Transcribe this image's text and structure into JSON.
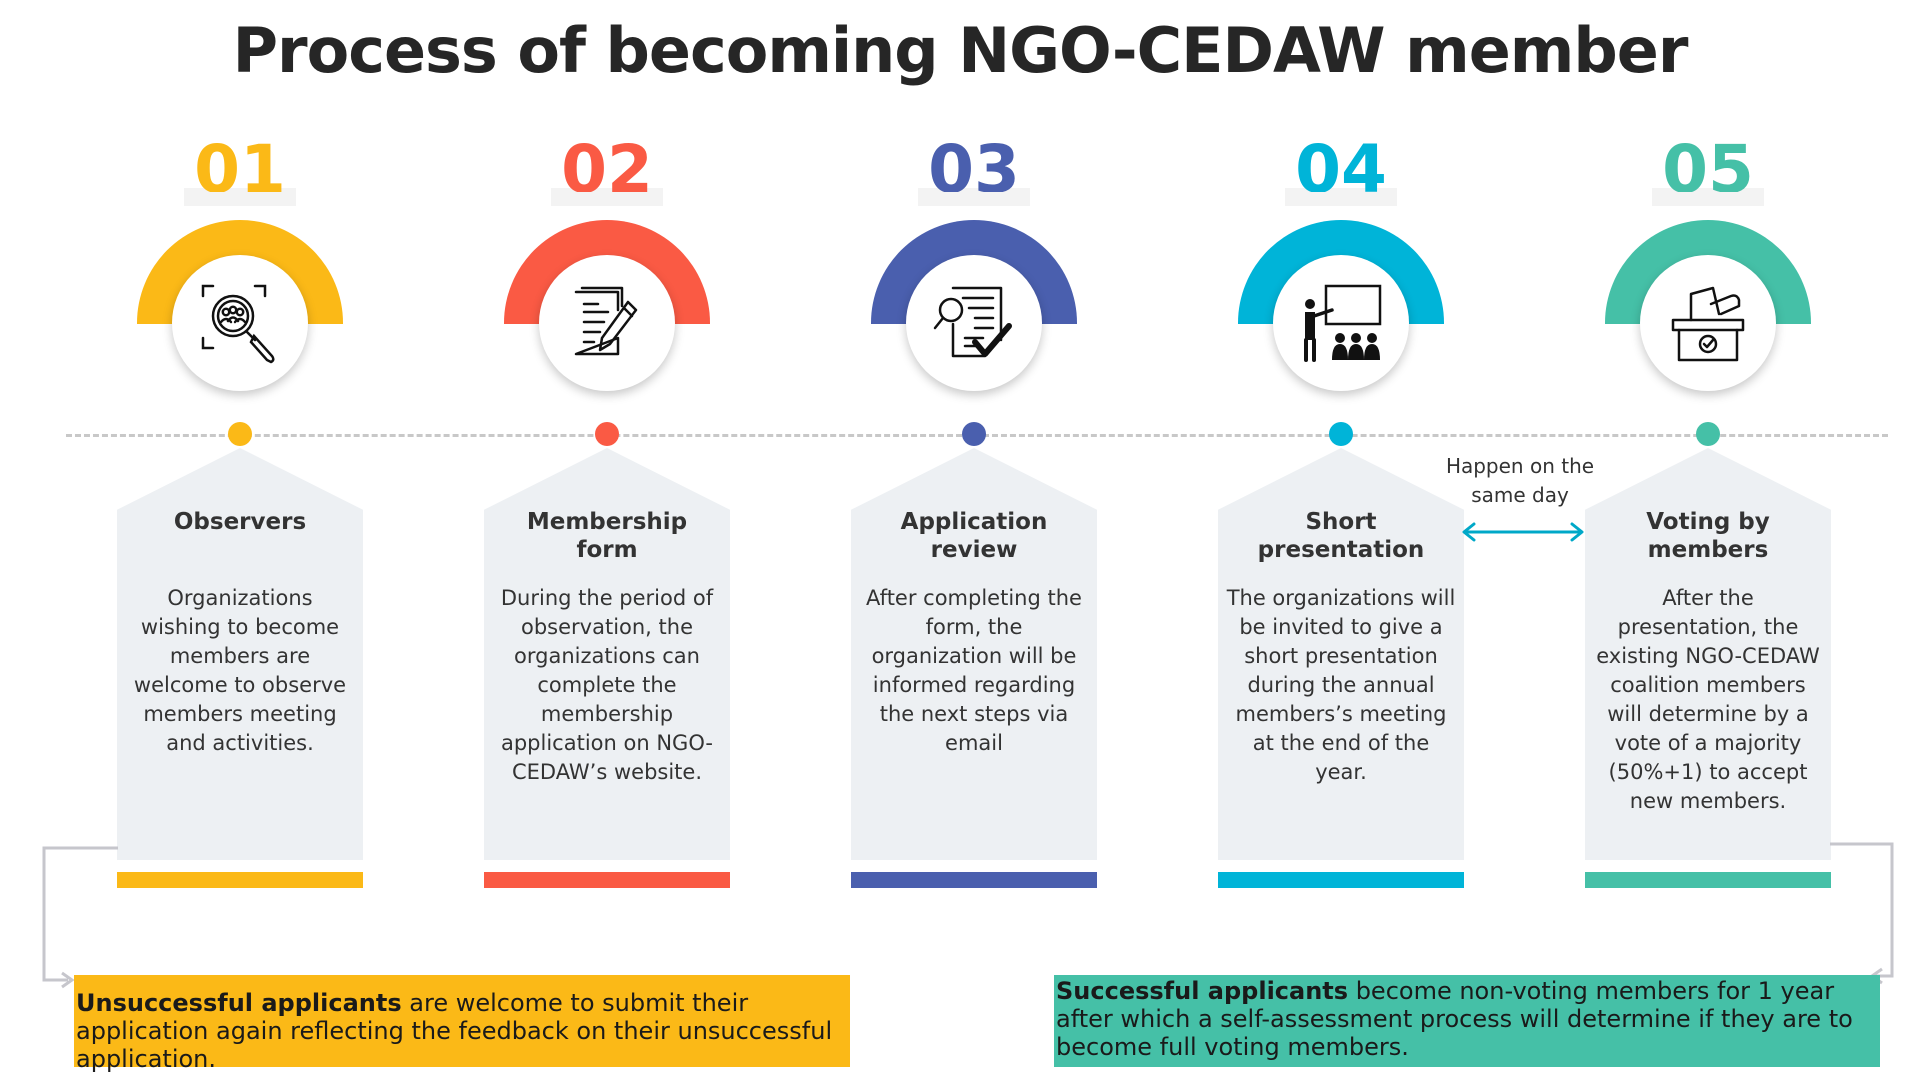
{
  "title": "Process of becoming NGO-CEDAW member",
  "steps": [
    {
      "number": "01",
      "color": "#fbb917",
      "icon": "search-people-icon",
      "title": "Observers",
      "body": "Organizations wishing to become members are welcome to observe members meeting and activities."
    },
    {
      "number": "02",
      "color": "#fa5a44",
      "icon": "form-pen-icon",
      "title": "Membership form",
      "body": "During the period of observation, the organizations can complete the membership application on NGO-CEDAW’s website."
    },
    {
      "number": "03",
      "color": "#4a5fae",
      "icon": "document-review-icon",
      "title": "Application review",
      "body": "After completing the form, the organization will be informed regarding the next steps via email"
    },
    {
      "number": "04",
      "color": "#00b4d8",
      "icon": "presentation-icon",
      "title": "Short presentation",
      "body": "The organizations will be invited to give a short presentation during the annual members’s meeting at the end of the year."
    },
    {
      "number": "05",
      "color": "#45c0a7",
      "icon": "ballot-box-icon",
      "title": "Voting by members",
      "body": "After the presentation, the existing NGO-CEDAW coalition members will determine by a vote of a majority (50%+1) to accept new members."
    }
  ],
  "same_day_label": "Happen on the same day",
  "notes": {
    "unsuccessful": {
      "bold": "Unsuccessful applicants",
      "text": " are welcome to submit their application again reflecting the feedback on their unsuccessful application.",
      "color": "#fbb917"
    },
    "successful": {
      "bold": "Successful applicants",
      "text": " become non-voting members for 1 year after which a self-assessment process will determine if they are to become full voting members.",
      "color": "#45c0a7"
    }
  }
}
